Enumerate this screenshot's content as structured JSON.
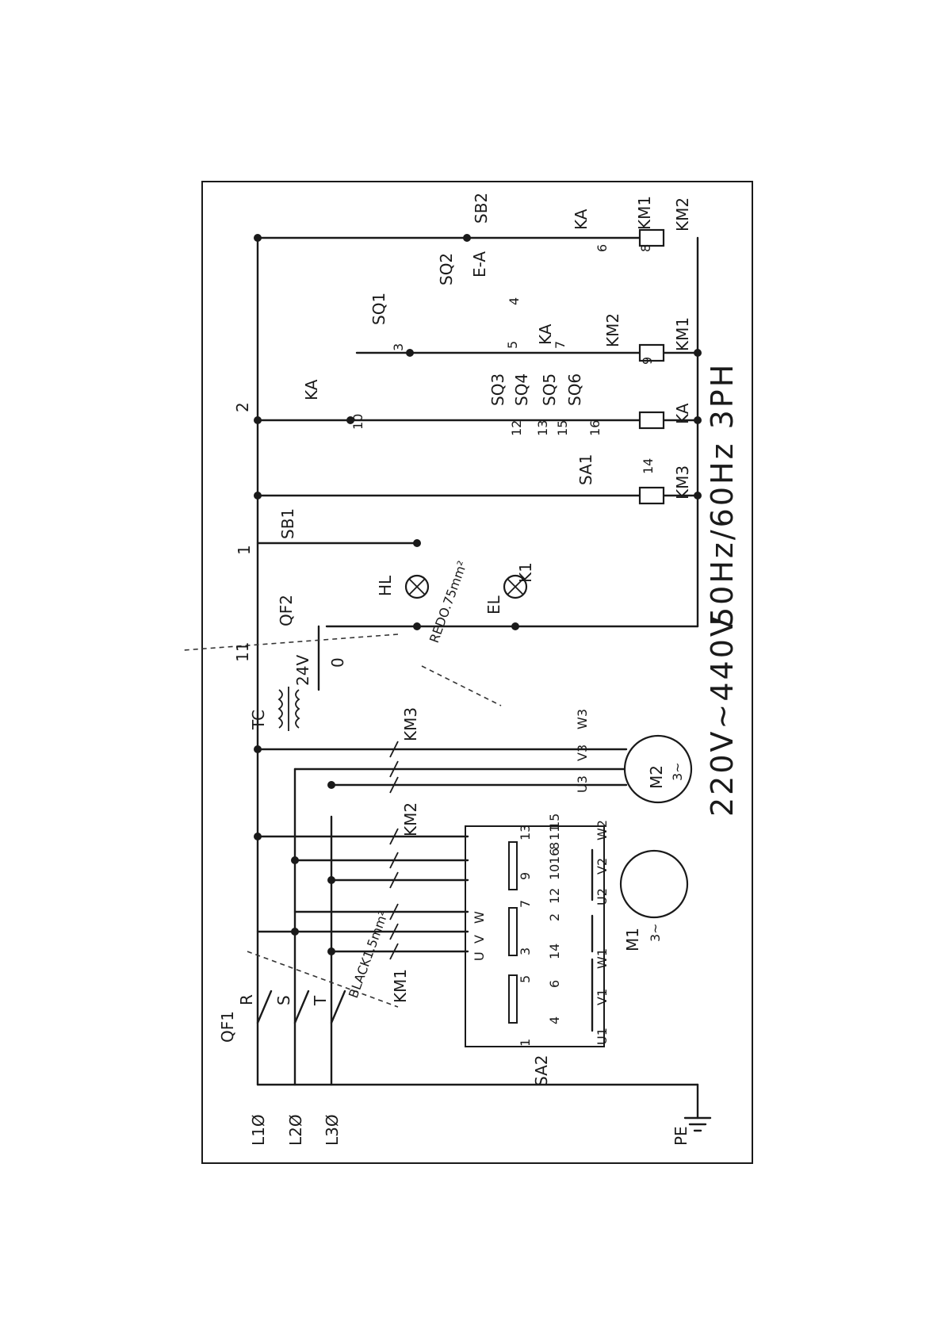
{
  "supply": {
    "phases": [
      "L1Ø",
      "L2Ø",
      "L3Ø"
    ],
    "breaker_main": "QF1",
    "lines": [
      "R",
      "S",
      "T"
    ],
    "earth": "PE",
    "wire_note_power": "BLACK1.5mm²",
    "wire_note_control": "REDO.75mm²"
  },
  "transformer": {
    "name": "TC",
    "secondary": "24V",
    "terminal_hot": "11",
    "terminal_zero": "0"
  },
  "control": {
    "breaker": "QF2",
    "stop_button": "SB1",
    "start_button": "SB2",
    "node_1": "1",
    "node_2": "2",
    "relay": "KA",
    "lamp_h": "HL",
    "lamp_el": "EL",
    "lamp_switch": "K1",
    "emergency": "E-A",
    "switch_sa1": "SA1",
    "limits": [
      "SQ1",
      "SQ2",
      "SQ3",
      "SQ4",
      "SQ5",
      "SQ6"
    ],
    "nodes": [
      "2",
      "3",
      "4",
      "5",
      "6",
      "7",
      "8",
      "9",
      "10",
      "12",
      "13",
      "14",
      "15",
      "16"
    ],
    "coils": [
      "KM1",
      "KM2",
      "KM3",
      "KA"
    ]
  },
  "motors": {
    "m1": {
      "name": "M1",
      "type": "3~",
      "terminals": [
        "U1",
        "V1",
        "W1",
        "U2",
        "V2",
        "W2"
      ]
    },
    "m2": {
      "name": "M2",
      "type": "3~",
      "terminals": [
        "U3",
        "V3",
        "W3"
      ]
    }
  },
  "selector": {
    "name": "SA2",
    "top_numbers": [
      "1",
      "5",
      "3",
      "7",
      "9",
      "13"
    ],
    "bottom_numbers": [
      "4",
      "6",
      "14",
      "2",
      "12",
      "10",
      "16",
      "8",
      "11",
      "15"
    ]
  },
  "contactors": {
    "km1": "KM1",
    "km2": "KM2",
    "km3": "KM3",
    "uvw": [
      "U",
      "V",
      "W"
    ]
  },
  "ratings": {
    "voltage": "220V~440V",
    "frequency": "50Hz/60Hz 3PH"
  }
}
